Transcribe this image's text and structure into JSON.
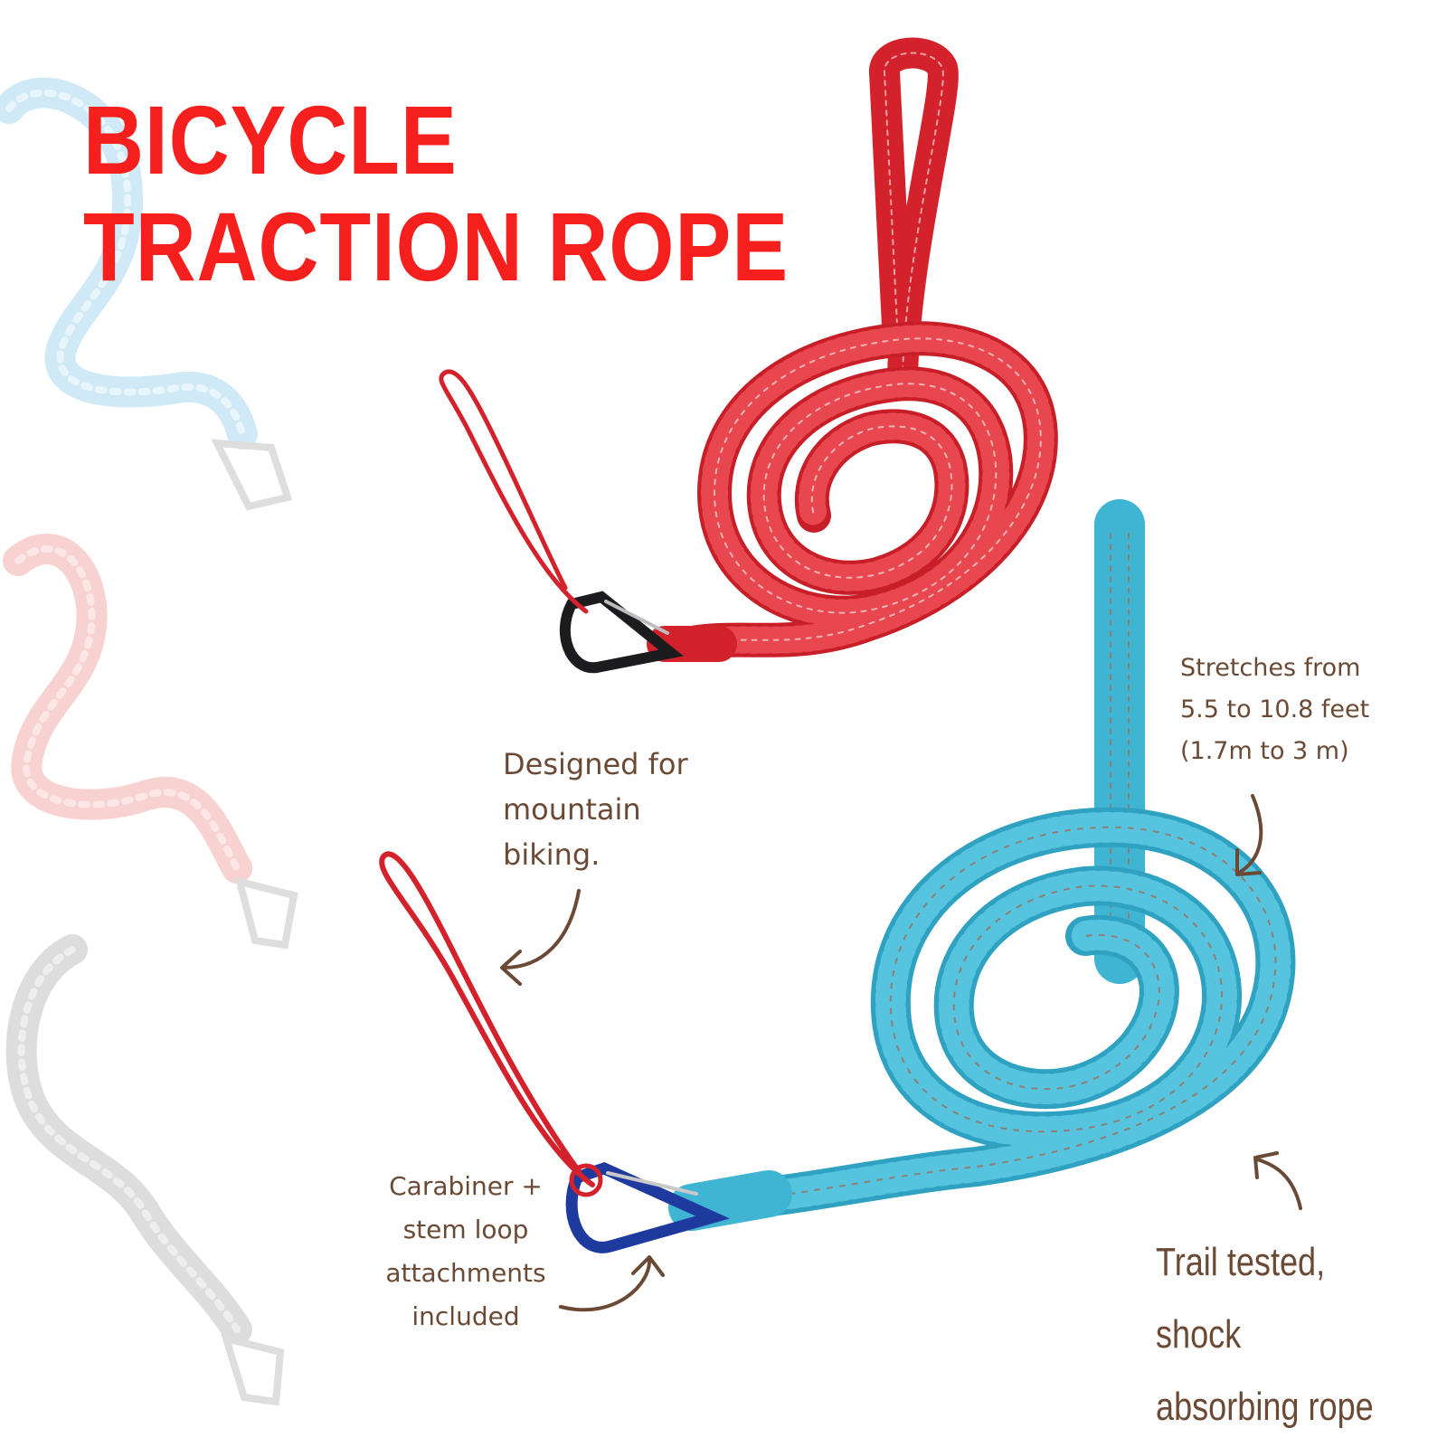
{
  "title": {
    "line1": "BICYCLE",
    "line2": "TRACTION ROPE"
  },
  "annotations": {
    "designed": [
      "Designed for",
      "mountain",
      "biking."
    ],
    "stretches": [
      "Stretches from",
      "5.5 to 10.8 feet",
      "(1.7m to 3 m)"
    ],
    "carabiner": [
      "Carabiner +",
      "stem loop",
      "attachments",
      "included"
    ],
    "trail": [
      "Trail tested, shock",
      "absorbing rope"
    ]
  },
  "colors": {
    "title": "#f5201e",
    "red_rope": "#d3222b",
    "blue_rope": "#3fb4d3",
    "annotation_text": "#6b4a35",
    "faded_blue": "#cfeaf6",
    "faded_red": "#f8d1d1",
    "faded_gray": "#dddddd"
  }
}
